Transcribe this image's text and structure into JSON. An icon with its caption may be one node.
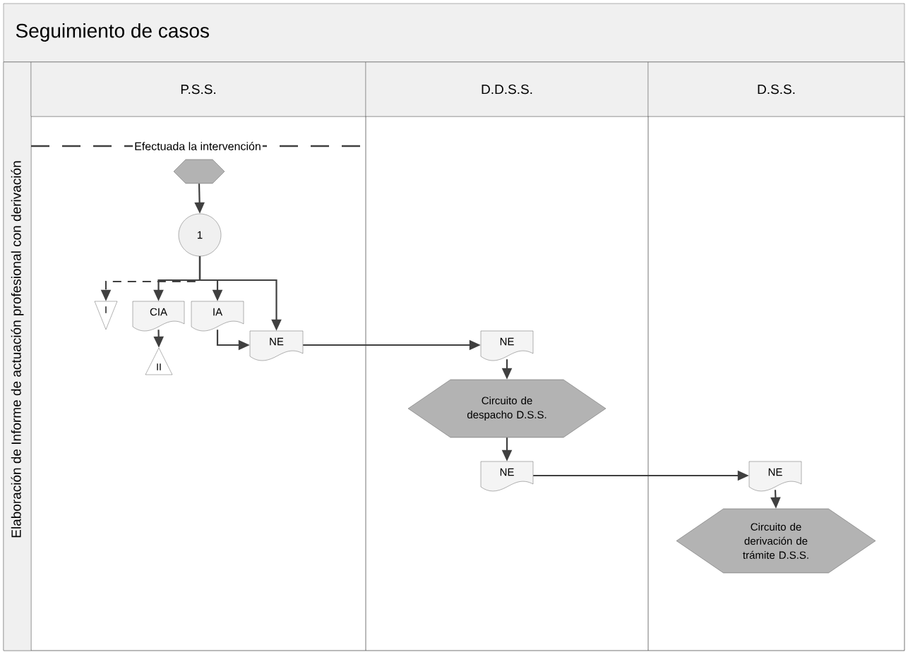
{
  "diagram": {
    "title": "Seguimiento de casos",
    "nodes": [
      {
        "text": [
          "Elaboración de Informe de actuación profesional con derivación"
        ]
      },
      {
        "text": [
          "P.S.S."
        ]
      },
      {
        "text": [
          "D.D.S.S."
        ]
      },
      {
        "text": [
          "D.S.S."
        ]
      },
      {
        "text": [],
        "shape": "hexagon"
      },
      {
        "text": [
          "1"
        ]
      },
      {
        "text": [
          "I"
        ]
      },
      {
        "text": [
          "CIA"
        ]
      },
      {
        "text": [
          "IA"
        ]
      },
      {
        "text": [
          "NE"
        ]
      },
      {
        "text": [
          "II"
        ]
      },
      {
        "text": [
          "NE"
        ]
      },
      {
        "text": [
          "Circuito de despacho D.S.S."
        ]
      },
      {
        "text": [
          "NE"
        ]
      },
      {
        "text": [
          "NE"
        ]
      },
      {
        "text": [
          "Circuito de derivación de trámite D.S.S."
        ]
      }
    ],
    "edges": [
      {
        "from": 4,
        "to": 5,
        "arrow": "to"
      },
      {
        "from": 5,
        "to": 6,
        "arrow": "to",
        "style": "dashed"
      },
      {
        "from": 5,
        "to": 7,
        "arrow": "to"
      },
      {
        "from": 5,
        "to": 8,
        "arrow": "to"
      },
      {
        "from": 5,
        "to": 9,
        "arrow": "to"
      },
      {
        "from": 7,
        "to": 10,
        "arrow": "to"
      },
      {
        "from": 8,
        "to": 9,
        "arrow": "to"
      },
      {
        "from": 9,
        "to": 11,
        "arrow": "to"
      },
      {
        "from": 11,
        "to": 12,
        "arrow": "to"
      },
      {
        "from": 12,
        "to": 13,
        "arrow": "to"
      },
      {
        "from": 13,
        "to": 14,
        "arrow": "to"
      },
      {
        "from": 14,
        "to": 15,
        "arrow": "to"
      }
    ],
    "labels": [
      "Efectuada la intervención"
    ]
  }
}
